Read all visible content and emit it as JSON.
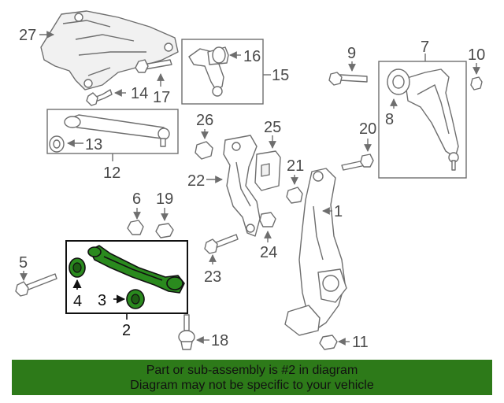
{
  "callouts": {
    "c1": "1",
    "c2": "2",
    "c3": "3",
    "c4": "4",
    "c5": "5",
    "c6": "6",
    "c7": "7",
    "c8": "8",
    "c9": "9",
    "c10": "10",
    "c11": "11",
    "c12": "12",
    "c13": "13",
    "c14": "14",
    "c15": "15",
    "c16": "16",
    "c17": "17",
    "c18": "18",
    "c19": "19",
    "c20": "20",
    "c21": "21",
    "c22": "22",
    "c23": "23",
    "c24": "24",
    "c25": "25",
    "c26": "26",
    "c27": "27"
  },
  "highlight_color": "#2d7a19",
  "banner": {
    "line1": "Part or sub-assembly is #2 in diagram",
    "line2": "Diagram may not be specific to your vehicle"
  }
}
